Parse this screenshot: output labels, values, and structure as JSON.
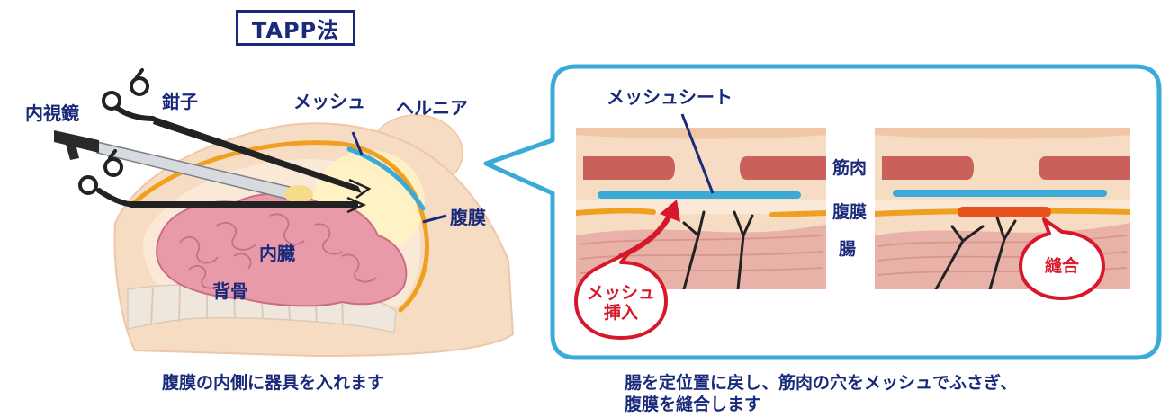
{
  "title": "TAPP法",
  "left_figure": {
    "labels": {
      "endoscope": "内視鏡",
      "forceps": "鉗子",
      "mesh": "メッシュ",
      "hernia": "ヘルニア",
      "peritoneum": "腹膜",
      "viscera": "内臓",
      "spine": "背骨"
    },
    "caption": "腹膜の内側に器具を入れます"
  },
  "right_figure": {
    "labels": {
      "mesh_sheet": "メッシュシート",
      "muscle": "筋肉",
      "peritoneum": "腹膜",
      "intestine": "腸"
    },
    "badges": {
      "mesh_insert_line1": "メッシュ",
      "mesh_insert_line2": "挿入",
      "suture": "縫合"
    },
    "caption_line1": "腸を定位置に戻し、筋肉の穴をメッシュでふさぎ、",
    "caption_line2": "腹膜を縫合します"
  },
  "colors": {
    "navy_text": "#1a2a7a",
    "callout_border": "#3aabd8",
    "mesh_blue": "#3aabd8",
    "peritoneum_orange": "#f0a020",
    "muscle_red": "#c9605a",
    "skin": "#f7dcc4",
    "suture_red": "#e8521e",
    "badge_red": "#d8182a"
  }
}
